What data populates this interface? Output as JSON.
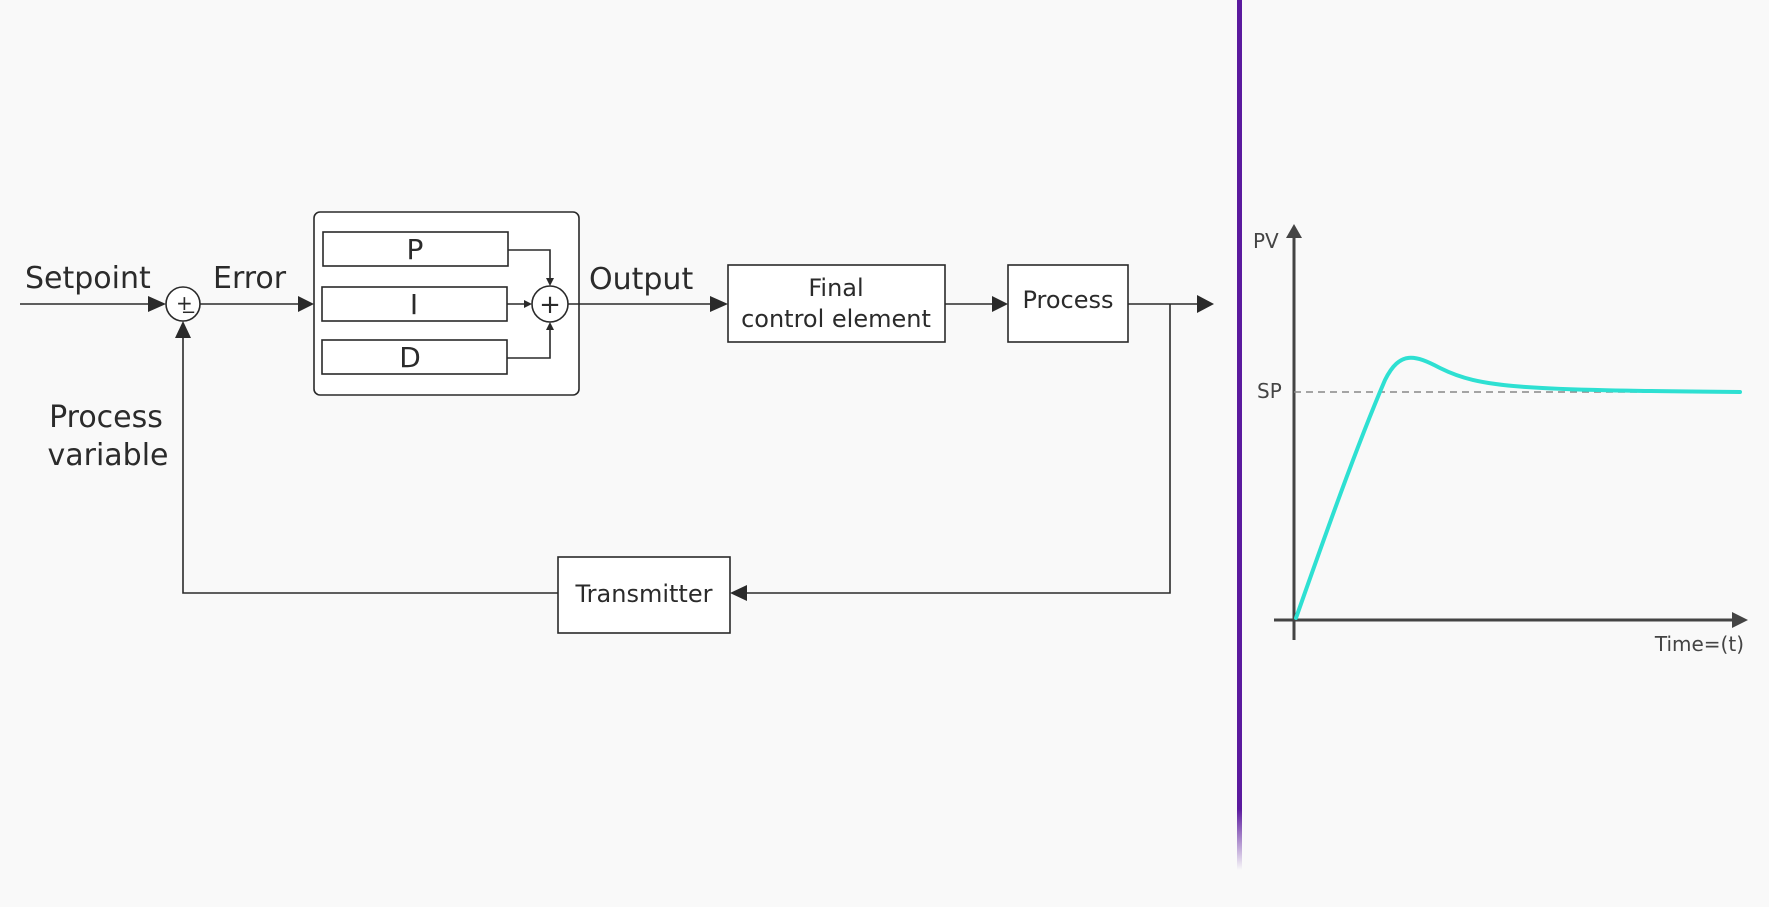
{
  "diagram": {
    "labels": {
      "setpoint": "Setpoint",
      "error": "Error",
      "output": "Output",
      "process_variable_line1": "Process",
      "process_variable_line2": "variable"
    },
    "summing_junction": {
      "plus": "+",
      "minus": "−"
    },
    "pid_blocks": {
      "p": "P",
      "i": "I",
      "d": "D",
      "sum": "+"
    },
    "blocks": {
      "final_control_line1": "Final",
      "final_control_line2": "control element",
      "process": "Process",
      "transmitter": "Transmitter"
    }
  },
  "response_plot": {
    "y_axis_label": "PV",
    "x_axis_label": "Time=(t)",
    "setpoint_label": "SP",
    "curve_color": "#2ee0d2",
    "divider_color": "#5b1a9e"
  }
}
